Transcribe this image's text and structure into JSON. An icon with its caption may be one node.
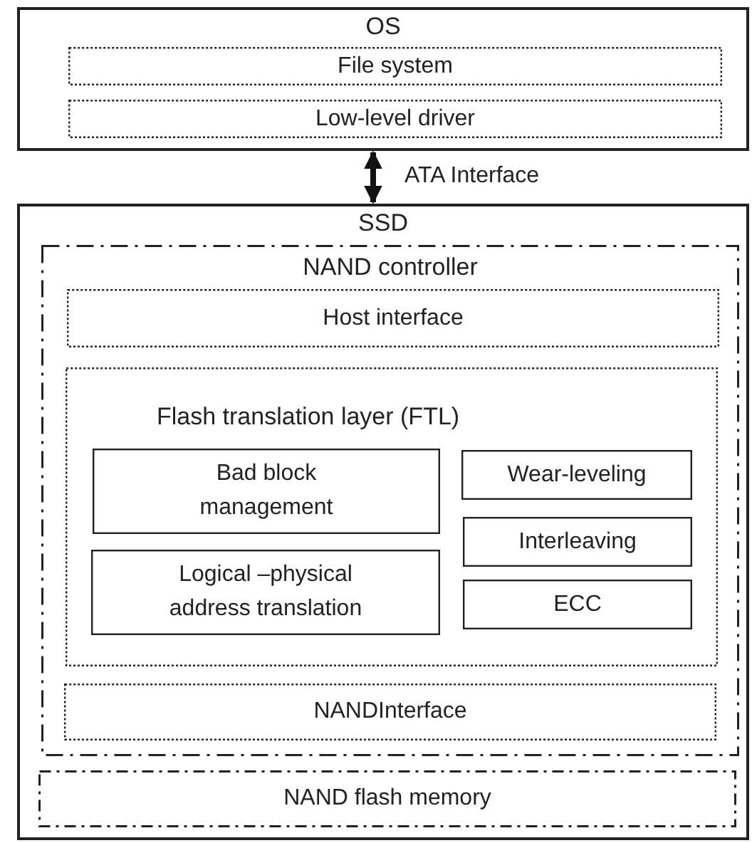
{
  "diagram": {
    "nodes": [
      {
        "text": [
          "OS"
        ]
      },
      {
        "text": [
          "File system"
        ],
        "in": 0
      },
      {
        "text": [
          "Low-level driver"
        ],
        "in": 0
      },
      {
        "text": [
          "SSD"
        ]
      },
      {
        "text": [
          "NAND controller"
        ],
        "in": 3
      },
      {
        "text": [
          "Host interface"
        ],
        "in": 4
      },
      {
        "text": [
          "Flash translation layer (FTL)"
        ],
        "in": 4
      },
      {
        "text": [
          "Bad block management"
        ],
        "in": 6
      },
      {
        "text": [
          "Wear-leveling"
        ],
        "in": 6
      },
      {
        "text": [
          "Interleaving"
        ],
        "in": 6
      },
      {
        "text": [
          "Logical –physical address translation"
        ],
        "in": 6
      },
      {
        "text": [
          "ECC"
        ],
        "in": 6
      },
      {
        "text": [
          "NANDInterface"
        ],
        "in": 4
      },
      {
        "text": [
          "NAND flash memory"
        ],
        "in": 3
      }
    ],
    "edges": [
      {
        "from": 0,
        "to": 3,
        "arrow": "both",
        "label": "ATA Interface"
      }
    ]
  }
}
